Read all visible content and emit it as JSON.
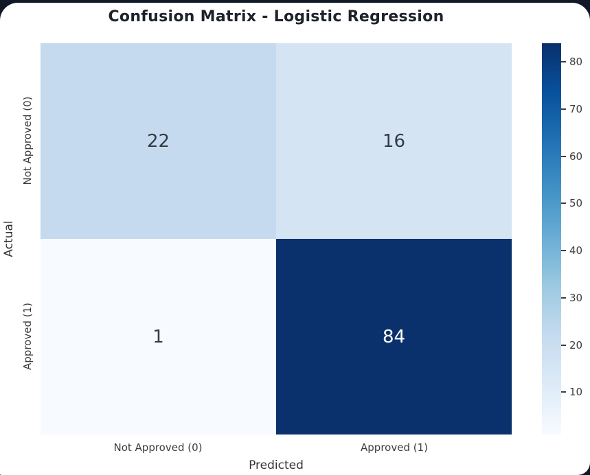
{
  "page": {
    "background_color": "#111827",
    "card_background_color": "#ffffff"
  },
  "chart_data": {
    "type": "heatmap",
    "title": "Confusion Matrix - Logistic Regression",
    "xlabel": "Predicted",
    "ylabel": "Actual",
    "x_categories": [
      "Not Approved (0)",
      "Approved (1)"
    ],
    "y_categories": [
      "Not Approved (0)",
      "Approved (1)"
    ],
    "matrix": [
      [
        22,
        16
      ],
      [
        1,
        84
      ]
    ],
    "colormap": "Blues",
    "vmin": 1,
    "vmax": 84,
    "colorbar_ticks": [
      10,
      20,
      30,
      40,
      50,
      60,
      70,
      80
    ],
    "colormap_stops": [
      "#f7fbff",
      "#deebf7",
      "#c6dbef",
      "#9ecae1",
      "#6baed6",
      "#4292c6",
      "#2171b5",
      "#08519c",
      "#08306b"
    ],
    "cell_colors": [
      [
        "#c5daee",
        "#d5e4f2"
      ],
      [
        "#f7fafe",
        "#0a316b"
      ]
    ],
    "annot_colors": [
      [
        "#333b45",
        "#333b45"
      ],
      [
        "#333b45",
        "#ffffff"
      ]
    ],
    "legend_position": "right",
    "grid": false
  }
}
